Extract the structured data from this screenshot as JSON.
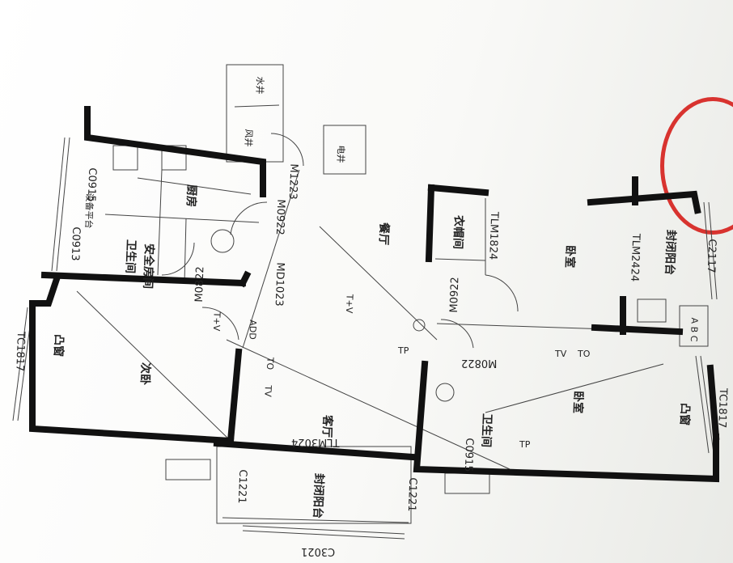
{
  "plan": {
    "rooms": {
      "living": "客厅",
      "dining": "餐厅",
      "kitchen": "厨房",
      "bedroom_right": "卧室",
      "master_bedroom": "卧室",
      "second_bedroom": "次卧",
      "bath_left": "卫生间",
      "safe_room": "安全房间",
      "bath_right": "卫生间",
      "closet": "衣帽间",
      "balcony_bottom": "封闭阳台",
      "balcony_right": "封闭阳台",
      "bay_left": "凸窗",
      "bay_right": "凸窗",
      "air_shaft": "风井",
      "water_shaft": "水井",
      "elec_shaft": "电井",
      "equipment": "设备平台"
    },
    "codes": {
      "tc1817_left": "TC1817",
      "tc1817_right": "TC1817",
      "c0915_top": "C0915",
      "c0915_right": "C0915",
      "c0913": "C0913",
      "m0922_top": "M0922",
      "m1223": "M1223",
      "md1023": "MD1023",
      "m0822_left": "M0822",
      "m0922_mid": "M0922",
      "m0822_right": "M0822",
      "tlm1824": "TLM1824",
      "tlm2424": "TLM2424",
      "tlm3024": "TLM3024",
      "c2117": "C2117",
      "c1221_left": "C1221",
      "c1221_right": "C1221",
      "c3021": "C3021",
      "add": "ADD",
      "abc": "A B C"
    },
    "symbols": {
      "tv": "TV",
      "to": "TO",
      "tp": "TP",
      "tv_plus": "T+V"
    }
  }
}
